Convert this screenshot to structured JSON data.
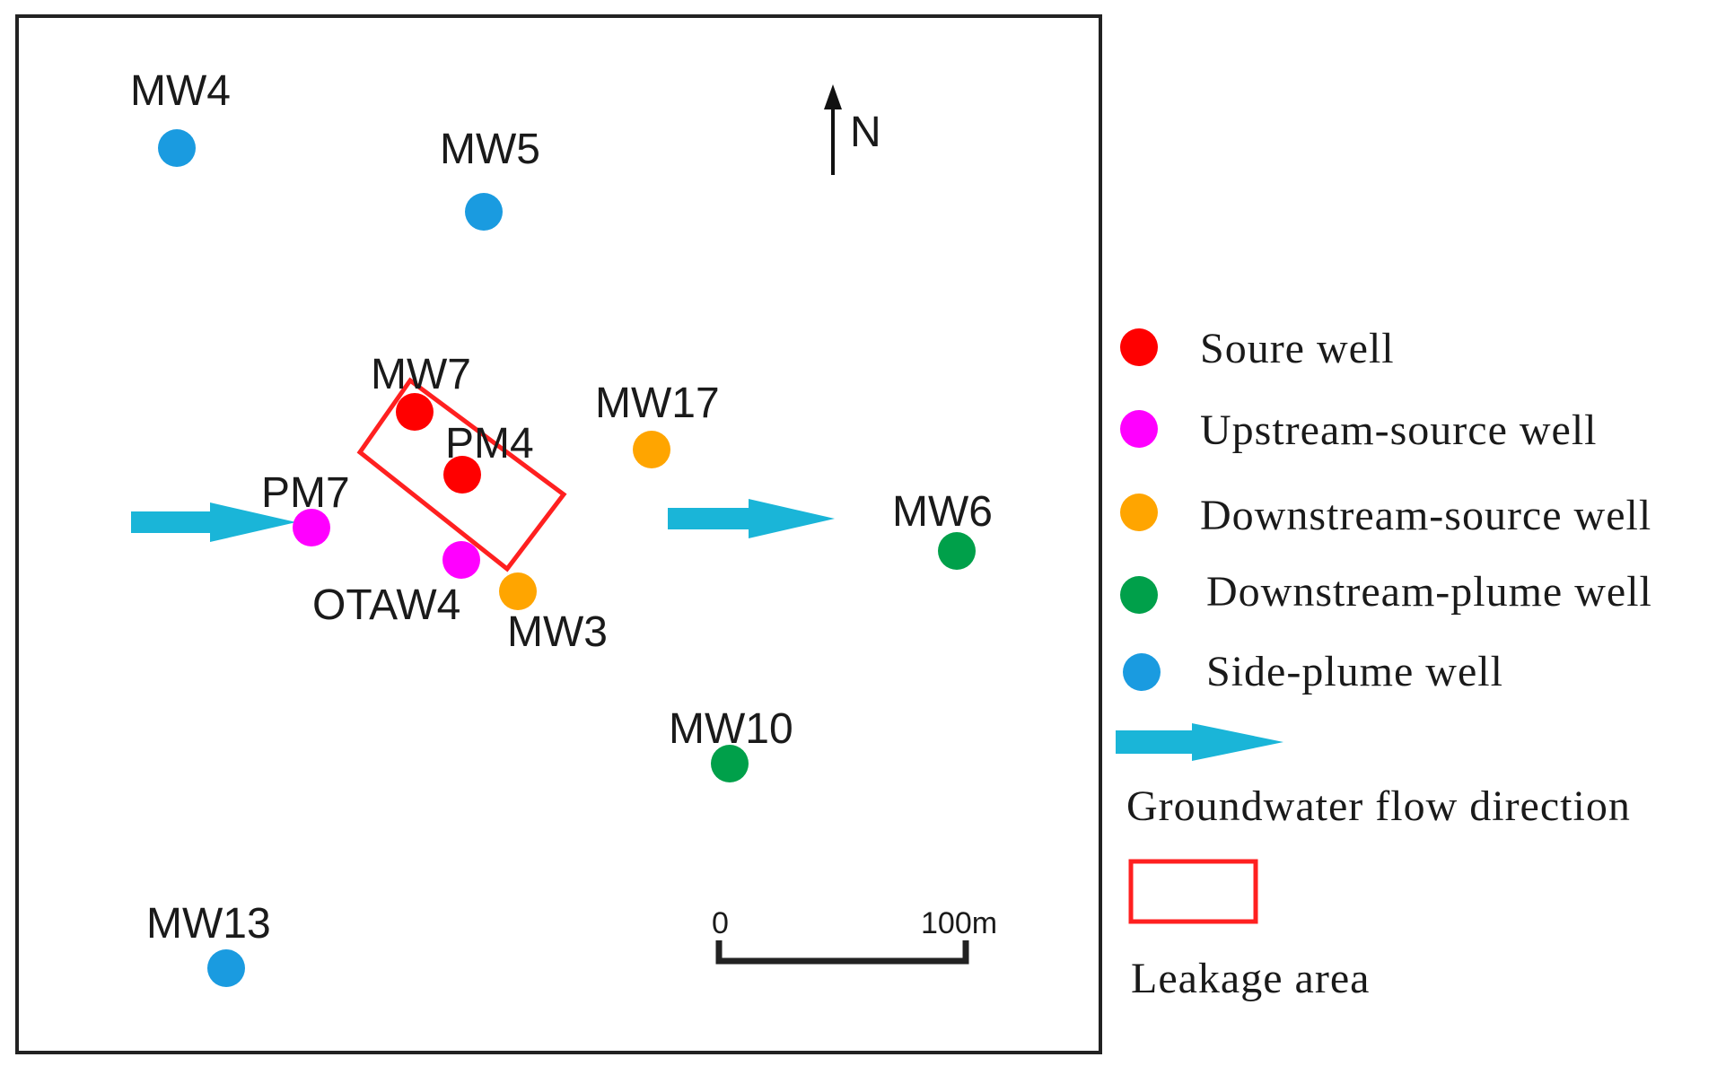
{
  "colors": {
    "source": "#ff0000",
    "upstream": "#ff00ff",
    "downstream_source": "#ffa500",
    "downstream_plume": "#00a04a",
    "side_plume": "#1a9be0",
    "flow": "#1ab5d8",
    "leak": "#ff2020",
    "frame": "#222222"
  },
  "wells": [
    {
      "id": "MW4",
      "label": "MW4",
      "category": "side_plume"
    },
    {
      "id": "MW5",
      "label": "MW5",
      "category": "side_plume"
    },
    {
      "id": "MW7",
      "label": "MW7",
      "category": "source"
    },
    {
      "id": "PM4",
      "label": "PM4",
      "category": "source"
    },
    {
      "id": "MW17",
      "label": "MW17",
      "category": "downstream_source"
    },
    {
      "id": "PM7",
      "label": "PM7",
      "category": "upstream"
    },
    {
      "id": "OTAW4",
      "label": "OTAW4",
      "category": "upstream"
    },
    {
      "id": "MW3",
      "label": "MW3",
      "category": "downstream_source"
    },
    {
      "id": "MW6",
      "label": "MW6",
      "category": "downstream_plume"
    },
    {
      "id": "MW10",
      "label": "MW10",
      "category": "downstream_plume"
    },
    {
      "id": "MW13",
      "label": "MW13",
      "category": "side_plume"
    }
  ],
  "north": {
    "label": "N"
  },
  "scale": {
    "start_label": "0",
    "end_label": "100m"
  },
  "legend": {
    "source": "Soure well",
    "upstream": "Upstream-source well",
    "downstream_source": "Downstream-source well",
    "downstream_plume": "Downstream-plume well",
    "side_plume": "Side-plume well",
    "flow": "Groundwater flow direction",
    "leak": "Leakage area"
  }
}
